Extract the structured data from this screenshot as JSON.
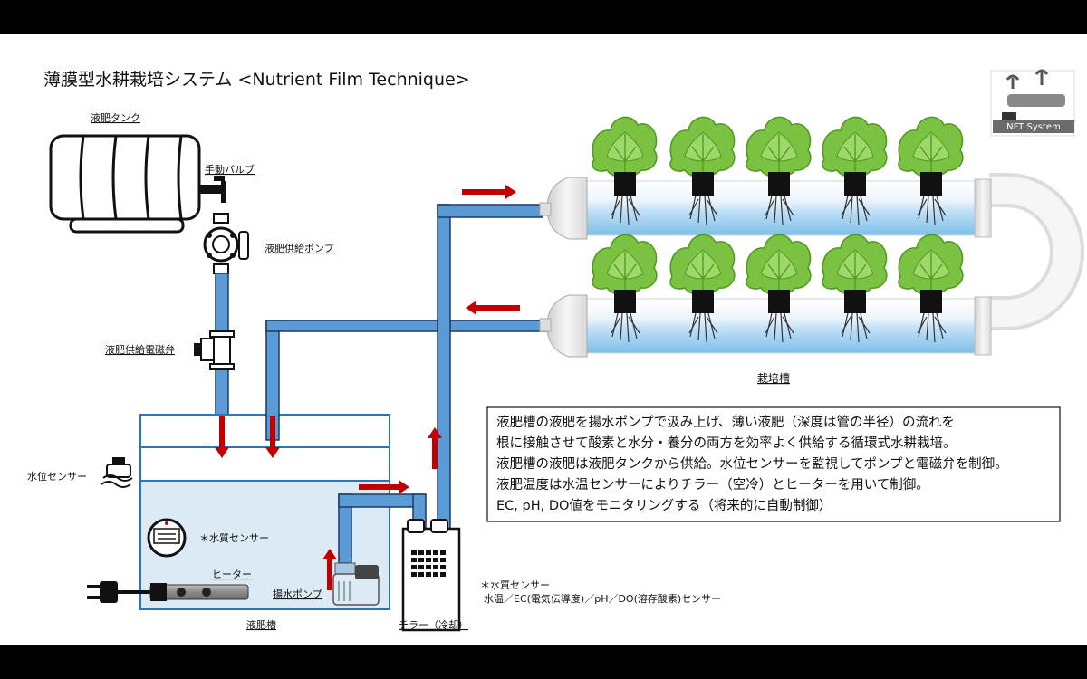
{
  "title": "薄膜型水耕栽培システム <Nutrient Film Technique>",
  "logo_caption": "NFT System",
  "labels": {
    "tank": "液肥タンク",
    "valve": "手動バルブ",
    "supply_pump": "液肥供給ポンプ",
    "solenoid": "液肥供給電磁弁",
    "level_sensor": "水位センサー",
    "quality_sensor": "＊水質センサー",
    "heater": "ヒーター",
    "lift_pump": "揚水ポンプ",
    "reservoir": "液肥槽",
    "chiller": "チラー（冷却）",
    "channel": "栽培槽"
  },
  "description": [
    "液肥槽の液肥を揚水ポンプで汲み上げ、薄い液肥（深度は管の半径）の流れを",
    "根に接触させて酸素と水分・養分の両方を効率よく供給する循環式水耕栽培。",
    "液肥槽の液肥は液肥タンクから供給。水位センサーを監視してポンプと電磁弁を制御。",
    "液肥温度は水温センサーによりチラー（空冷）とヒーターを用いて制御。",
    "EC, pH, DO値をモニタリングする（将来的に自動制御）"
  ],
  "sensor_note": {
    "line1": "＊水質センサー",
    "line2": "水温／EC(電気伝導度)／pH／DO(溶存酸素)センサー"
  },
  "colors": {
    "pipe": "#5B9BD5",
    "pipe_stroke": "#1F3864",
    "arrow": "#C00000",
    "water": "#DCEAF5",
    "plant": "#7CC242",
    "plant_dark": "#4E9A1E"
  },
  "icons": [
    "plug-icon",
    "faucet-icon",
    "pump-icon",
    "solenoid-valve-icon",
    "level-sensor-icon",
    "water-quality-meter-icon",
    "heater-icon",
    "submersible-pump-icon",
    "chiller-icon",
    "lettuce-icon",
    "logo-icon"
  ]
}
